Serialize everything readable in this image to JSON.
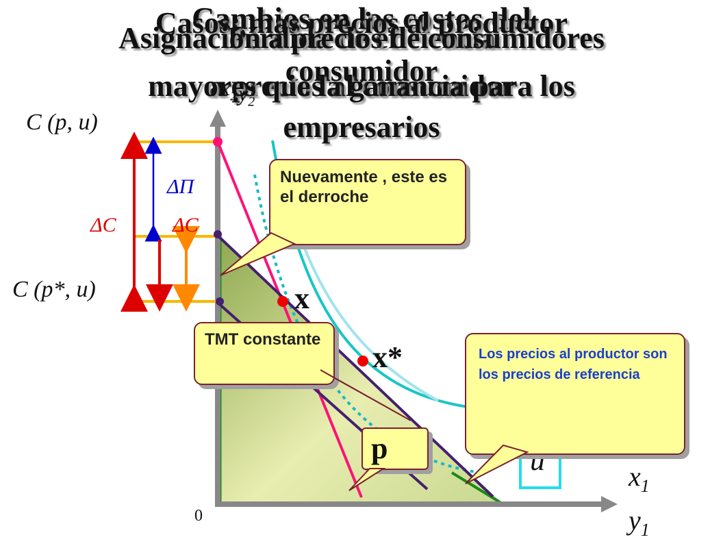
{
  "titles": [
    "Cambios en los costos del",
    "Casos: mas precios al productor",
    "Pérdida de eficiencia",
    "Asignación a precios de consumidores",
    "consumidor",
    "a precios al consumidor",
    "mayores que la ganancia para los",
    "empresarios"
  ],
  "axis": {
    "x_top": "x",
    "x_sub": "1",
    "y_top": "y",
    "y_sub": "1",
    "vx_top": "x",
    "vx_sub": "2",
    "vy_top": "y",
    "vy_sub": "2",
    "origin": "0"
  },
  "labels": {
    "c_top": "C (p, u)",
    "c_bottom": "C (p*, u)",
    "delta_c_left": "ΔC",
    "delta_c_mid": "ΔC",
    "delta_pi": "ΔΠ",
    "point_x": "x",
    "point_xstar": "x*",
    "p_box": "p",
    "u_box": "u"
  },
  "callouts": {
    "waste": "Nuevamente , este es el derroche",
    "tmt": "TMT constante",
    "producer": "Los precios al productor son los precios de referencia"
  },
  "colors": {
    "magenta": "#ff1177",
    "purple": "#44206e",
    "orange": "#ff8800",
    "red": "#dd0000",
    "blue": "#0000cc",
    "gold": "#f5b800",
    "teal": "#19c6c6",
    "green_fill": "#b0c870",
    "callout_fill": "#ffff99"
  }
}
